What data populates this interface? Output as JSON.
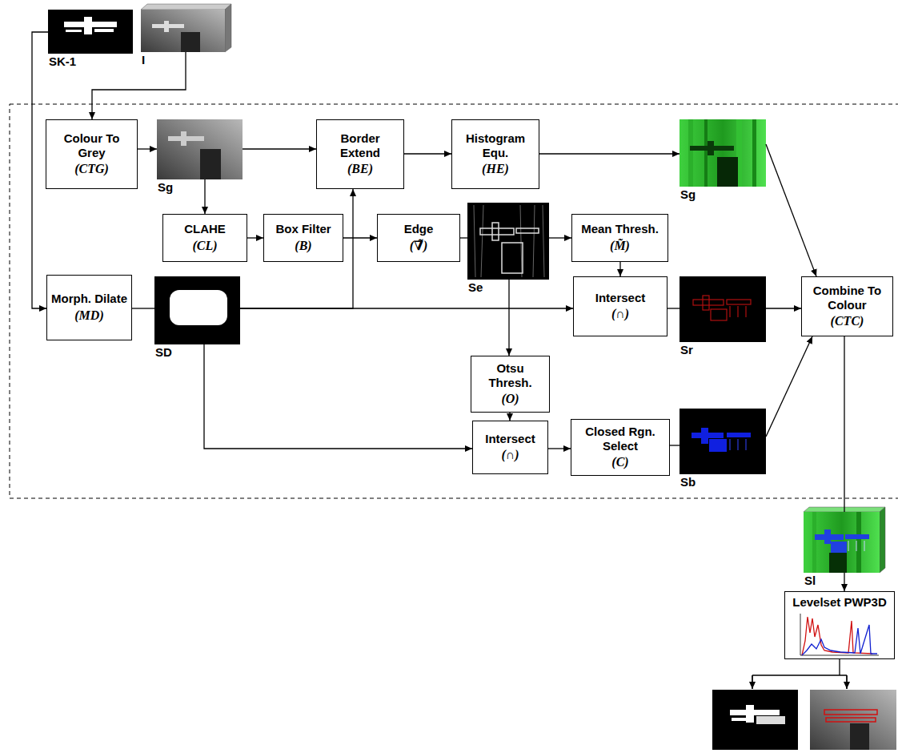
{
  "diagram": {
    "nodes": [
      {
        "text": [
          "SK-1"
        ]
      },
      {
        "text": [
          "I"
        ]
      },
      {
        "text": [
          "Colour To Grey",
          "(CTG)"
        ]
      },
      {
        "text": [
          "Sg"
        ]
      },
      {
        "text": [
          "Border Extend",
          "(BE)"
        ]
      },
      {
        "text": [
          "Histogram Equ.",
          "(HE)"
        ]
      },
      {
        "text": [
          "Sg"
        ]
      },
      {
        "text": [
          "CLAHE",
          "(CL)"
        ]
      },
      {
        "text": [
          "Box Filter",
          "(B)"
        ]
      },
      {
        "text": [
          "Edge",
          "(∇̃)"
        ]
      },
      {
        "text": [
          "Se"
        ]
      },
      {
        "text": [
          "Mean Thresh.",
          "(M̃)"
        ]
      },
      {
        "text": [
          "Morph. Dilate",
          "(MD)"
        ]
      },
      {
        "text": [
          "SD"
        ]
      },
      {
        "text": [
          "Intersect",
          "(∩)"
        ]
      },
      {
        "text": [
          "Sr"
        ]
      },
      {
        "text": [
          "Combine To Colour",
          "(CTC)"
        ]
      },
      {
        "text": [
          "Otsu Thresh.",
          "(O)"
        ]
      },
      {
        "text": [
          "Intersect",
          "(∩)"
        ]
      },
      {
        "text": [
          "Closed Rgn. Select",
          "(C)"
        ]
      },
      {
        "text": [
          "Sb"
        ]
      },
      {
        "text": [
          "Sl"
        ]
      },
      {
        "text": [
          "Levelset PWP3D"
        ]
      }
    ],
    "edges": [
      {
        "from": 0,
        "to": 12,
        "arrow": "to"
      },
      {
        "from": 1,
        "to": 2,
        "arrow": "to"
      },
      {
        "from": 2,
        "to": 3,
        "arrow": "to"
      },
      {
        "from": 3,
        "to": 4,
        "arrow": "to"
      },
      {
        "from": 3,
        "to": 7,
        "arrow": "to"
      },
      {
        "from": 4,
        "to": 5,
        "arrow": "to"
      },
      {
        "from": 5,
        "to": 6,
        "arrow": "to"
      },
      {
        "from": 7,
        "to": 8,
        "arrow": "to"
      },
      {
        "from": 8,
        "to": 9,
        "arrow": "to"
      },
      {
        "from": 9,
        "to": 10,
        "arrow": "none"
      },
      {
        "from": 10,
        "to": 11,
        "arrow": "to"
      },
      {
        "from": 11,
        "to": 14,
        "arrow": "to"
      },
      {
        "from": 12,
        "to": 13,
        "arrow": "none"
      },
      {
        "from": 13,
        "to": 4,
        "arrow": "to"
      },
      {
        "from": 13,
        "to": 14,
        "arrow": "to"
      },
      {
        "from": 10,
        "to": 17,
        "arrow": "to"
      },
      {
        "from": 17,
        "to": 18,
        "arrow": "to"
      },
      {
        "from": 13,
        "to": 18,
        "arrow": "to"
      },
      {
        "from": 18,
        "to": 19,
        "arrow": "to"
      },
      {
        "from": 19,
        "to": 20,
        "arrow": "none"
      },
      {
        "from": 14,
        "to": 15,
        "arrow": "none"
      },
      {
        "from": 6,
        "to": 16,
        "arrow": "to"
      },
      {
        "from": 15,
        "to": 16,
        "arrow": "to"
      },
      {
        "from": 20,
        "to": 16,
        "arrow": "to"
      },
      {
        "from": 16,
        "to": 21,
        "arrow": "none"
      },
      {
        "from": 21,
        "to": 22,
        "arrow": "to"
      }
    ]
  }
}
